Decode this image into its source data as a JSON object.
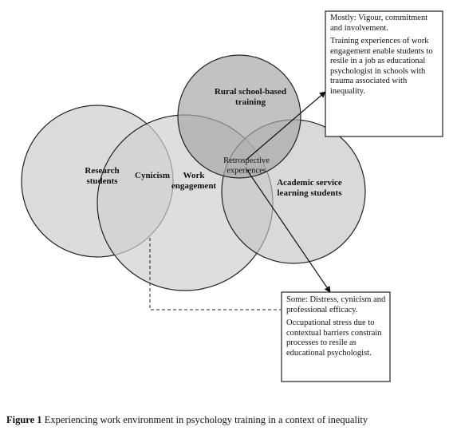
{
  "diagram": {
    "circles": {
      "research_students": "Research\nstudents",
      "cynicism": "Cynicism",
      "work_engagement": "Work\nengagement",
      "rural_training": "Rural school-based\ntraining",
      "retrospective": "Retrospective\nexperiences",
      "academic_service": "Academic service\nlearning students"
    },
    "top_box": {
      "heading": "Mostly: Vigour, commitment and involvement.",
      "body": "Training experiences of work engagement enable students to resile in a job as educational psychologist in schools with trauma associated with inequality."
    },
    "bottom_box": {
      "heading": "Some: Distress, cynicism and professional efficacy.",
      "body": "Occupational stress due to contextual barriers constrain processes to resile as educational psychologist."
    }
  },
  "caption": {
    "label": "Figure 1",
    "text": " Experiencing work environment in psychology training in a context of inequality"
  }
}
